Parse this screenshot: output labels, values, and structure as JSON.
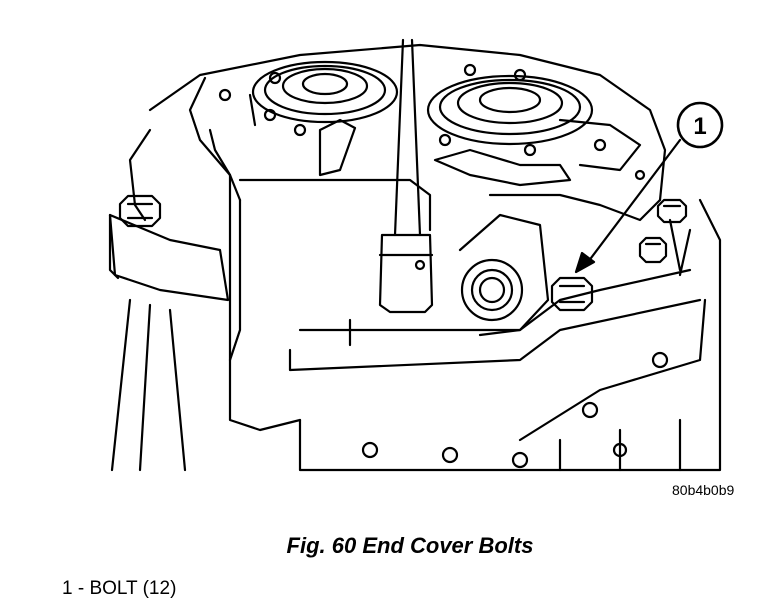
{
  "figure": {
    "callout_number": "1",
    "image_code": "80b4b0b9",
    "caption": "Fig. 60 End Cover Bolts",
    "legend": [
      {
        "text": "1 - BOLT (12)"
      }
    ]
  }
}
